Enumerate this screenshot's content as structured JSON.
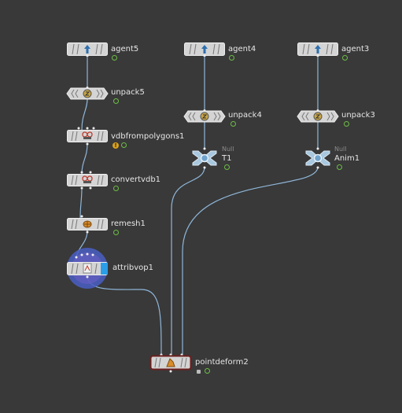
{
  "nodes": {
    "agent5": {
      "name": "agent5"
    },
    "agent4": {
      "name": "agent4"
    },
    "agent3": {
      "name": "agent3"
    },
    "unpack5": {
      "name": "unpack5"
    },
    "unpack4": {
      "name": "unpack4"
    },
    "unpack3": {
      "name": "unpack3"
    },
    "vdbfrompolygons1": {
      "name": "vdbfrompolygons1",
      "warning": "!"
    },
    "convertvdb1": {
      "name": "convertvdb1"
    },
    "remesh1": {
      "name": "remesh1"
    },
    "attribvop1": {
      "name": "attribvop1"
    },
    "T1": {
      "name": "T1",
      "type": "Null"
    },
    "Anim1": {
      "name": "Anim1",
      "type": "Null"
    },
    "pointdeform2": {
      "name": "pointdeform2"
    }
  },
  "colors": {
    "background": "#393939",
    "wire": "#8fb6d9",
    "display_flag": "#6dbe45",
    "node_body": "#d4d4d4",
    "selected_node_ring": "#4a5fc4",
    "warning": "#d9a21b"
  }
}
